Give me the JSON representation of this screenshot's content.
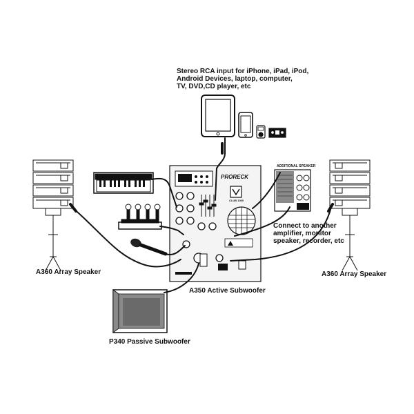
{
  "labels": {
    "rca_input_1": "Stereo RCA input for iPhone, iPad, iPod,",
    "rca_input_2": "Android Devices, laptop, computer,",
    "rca_input_3": "TV, DVD,CD player, etc",
    "additional_speaker": "ADDITIONAL SPEAKER",
    "connect_1": "Connect to another",
    "connect_2": "amplifier, monitor",
    "connect_3": "speaker, recorder, etc",
    "left_speaker": "A360 Array Speaker",
    "right_speaker": "A360 Array Speaker",
    "active_sub": "A350 Active Subwoofer",
    "passive_sub": "P340 Passive Subwoofer",
    "brand": "PRORECK",
    "model": "CLUB 1000"
  },
  "colors": {
    "line": "#111111",
    "panel": "#f4f4f4",
    "fill_dark": "#222222",
    "fill_mid": "#8a8a8a"
  },
  "icons": [
    "tablet-icon",
    "phone-icon",
    "ipod-icon",
    "radio-icon",
    "keyboard-icon",
    "microphone-icon",
    "wireless-mics-icon",
    "speaker-array-icon",
    "subwoofer-icon"
  ]
}
